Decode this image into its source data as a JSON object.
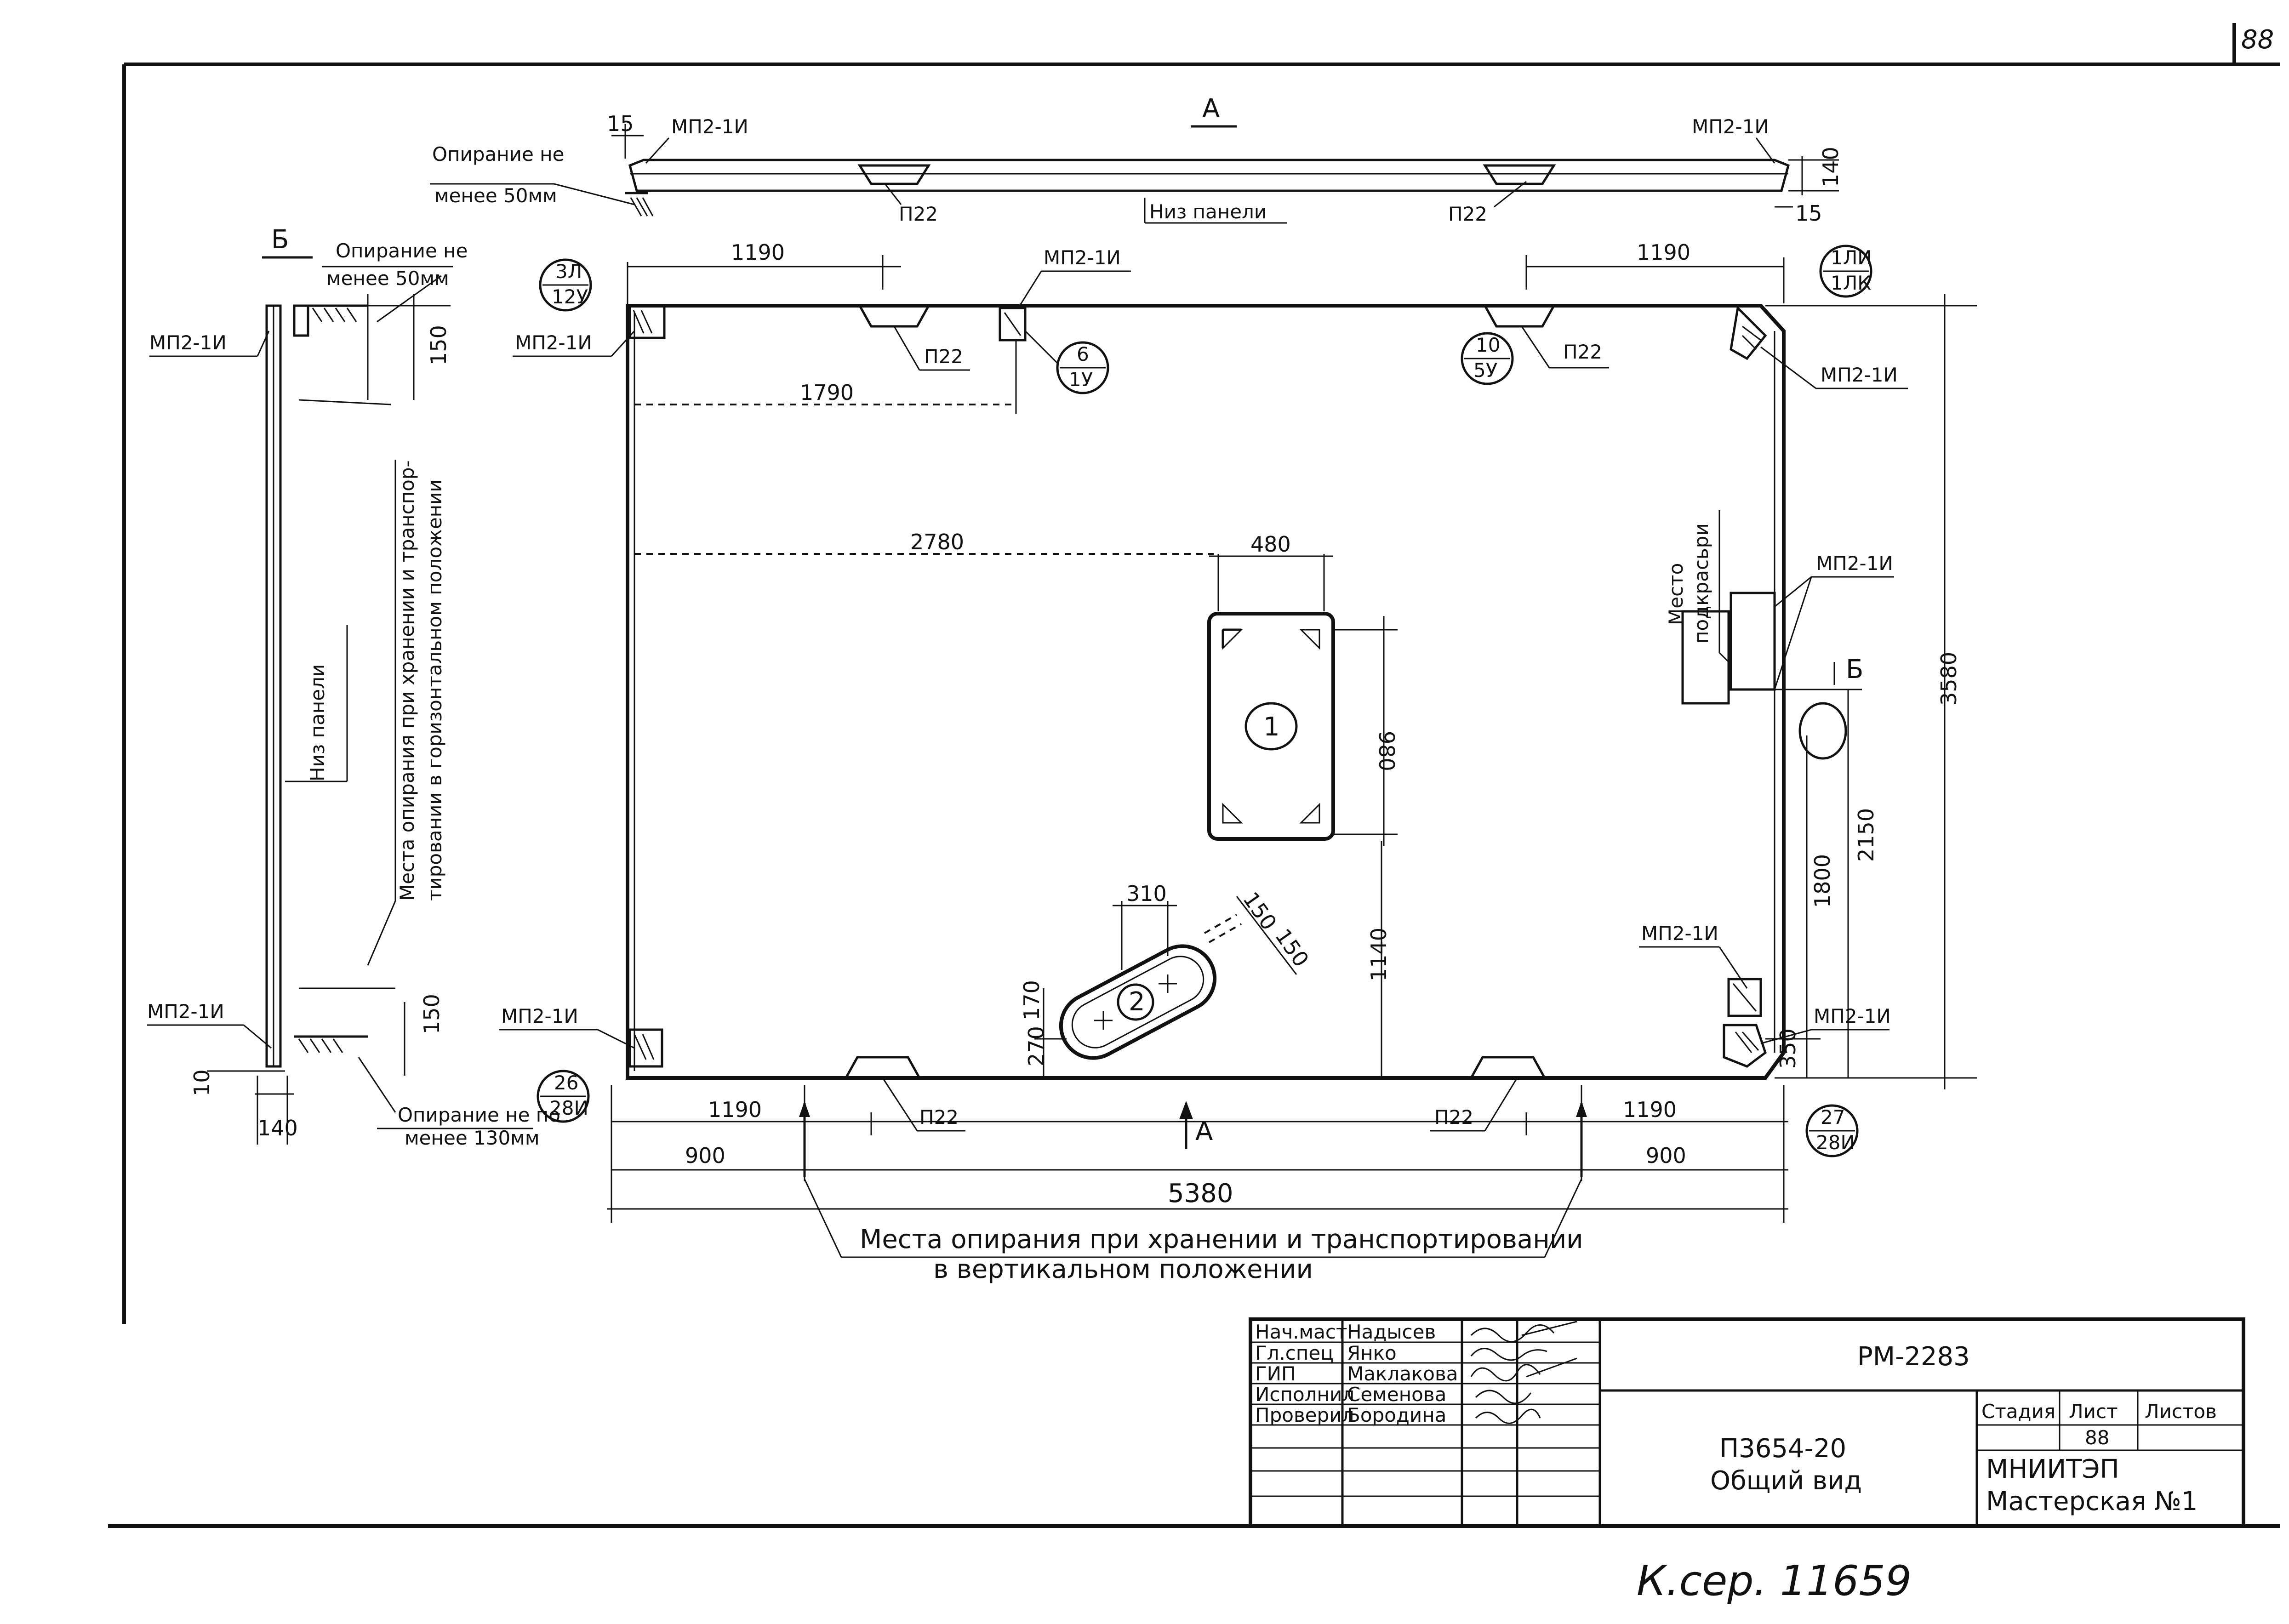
{
  "sheet_corner": "88",
  "views": {
    "view_a": "А",
    "view_b": "Б",
    "arrow_a": "А",
    "arrow_b": "Б"
  },
  "top_view": {
    "support_note_line1": "Опирание не",
    "support_note_line2": "менее 50мм",
    "mp_left": "МП2-1И",
    "mp_right": "МП2-1И",
    "p22_left": "П22",
    "p22_right": "П22",
    "bottom_label": "Низ панели",
    "dim_15_left": "15",
    "dim_15_right": "15",
    "dim_140": "140"
  },
  "side_view": {
    "support_top_line1": "Опирание не",
    "support_top_line2": "менее 50мм",
    "support_bottom_line1": "Опирание не по",
    "support_bottom_line2": "менее 130мм",
    "mp_top": "МП2-1И",
    "mp_bottom": "МП2-1И",
    "bottom_label": "Низ панели",
    "storage_note_line1": "Места опирания при хранении и транспор-",
    "storage_note_line2": "тировании в горизонтальном положении",
    "dim_150_top": "150",
    "dim_150_bottom": "150",
    "dim_10": "10",
    "dim_140": "140"
  },
  "main_view": {
    "callout_tl_top": "3Л",
    "callout_tl_bottom": "12У",
    "callout_tr_top": "1ЛИ",
    "callout_tr_bottom": "1ЛК",
    "callout_bl_top": "26",
    "callout_bl_bottom": "28И",
    "callout_br_top": "27",
    "callout_br_bottom": "28И",
    "callout_6_top": "6",
    "callout_6_bottom": "1У",
    "callout_10_top": "10",
    "callout_10_bottom": "5У",
    "mp_top_left": "МП2-1И",
    "mp_top_mid": "МП2-1И",
    "mp_right_top": "МП2-1И",
    "mp_right_mid": "МП2-1И",
    "mp_right_low": "МП2-1И",
    "mp_right_bottom": "МП2-1И",
    "mp_bottom_left": "МП2-1И",
    "p22_top_left": "П22",
    "p22_top_right": "П22",
    "p22_bottom_left": "П22",
    "p22_bottom_right": "П22",
    "mounting_place_line1": "Место",
    "mounting_place_line2": "подкрасьри",
    "hole1": "1",
    "hole2": "2",
    "vertical_note_line1": "Места опирания при хранении и транспортировании",
    "vertical_note_line2": "в вертикальном положении"
  },
  "dimensions": {
    "top_1190_left": "1190",
    "top_1190_right": "1190",
    "d1790": "1790",
    "d2780": "2780",
    "d480": "480",
    "d980": "980",
    "d3580": "3580",
    "d2150": "2150",
    "d1800": "1800",
    "d1140": "1140",
    "d310": "310",
    "d150a": "150",
    "d150b": "150",
    "d170": "170",
    "d270": "270",
    "d350": "350",
    "bottom_1190_left": "1190",
    "bottom_1190_right": "1190",
    "d900_left": "900",
    "d900_right": "900",
    "d5380": "5380"
  },
  "title_block": {
    "rows": [
      {
        "role": "Нач.маст",
        "name": "Надысев"
      },
      {
        "role": "Гл.спец",
        "name": "Янко"
      },
      {
        "role": "ГИП",
        "name": "Маклакова"
      },
      {
        "role": "Исполнил",
        "name": "Семенова"
      },
      {
        "role": "Проверил",
        "name": "Бородина"
      }
    ],
    "doc_code": "РМ-2283",
    "drawing_code": "П3654-20",
    "drawing_title": "Общий вид",
    "col_stage": "Стадия",
    "col_sheet": "Лист",
    "col_sheets": "Листов",
    "sheet_number": "88",
    "org_line1": "МНИИТЭП",
    "org_line2": "Мастерская №1"
  },
  "handwritten_note": "К.сер. 11659"
}
